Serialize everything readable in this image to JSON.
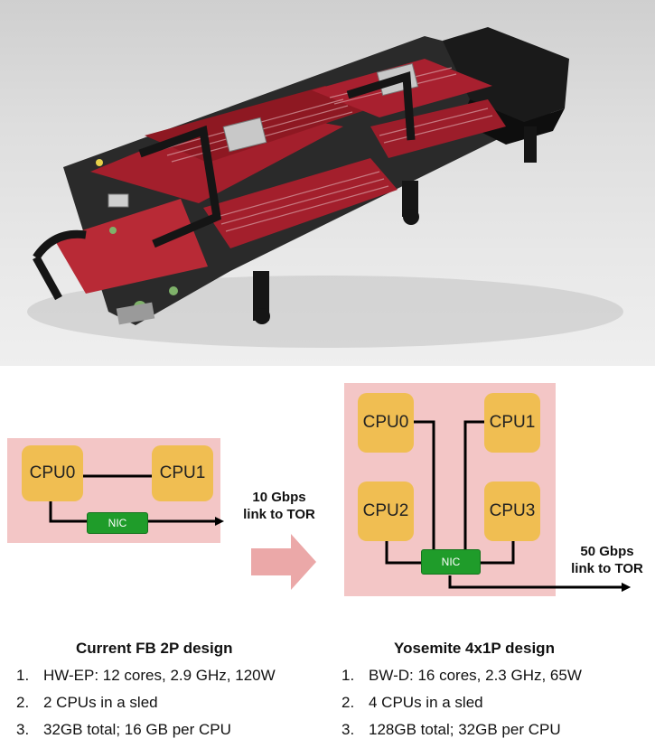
{
  "photo": {
    "subject": "server-sled-photo"
  },
  "left_design": {
    "cpus": [
      "CPU0",
      "CPU1"
    ],
    "nic_label": "NIC",
    "link_label_line1": "10 Gbps",
    "link_label_line2": "link to TOR"
  },
  "right_design": {
    "cpus": [
      "CPU0",
      "CPU1",
      "CPU2",
      "CPU3"
    ],
    "nic_label": "NIC",
    "link_label_line1": "50 Gbps",
    "link_label_line2": "link to TOR"
  },
  "left_list": {
    "title": "Current FB 2P design",
    "items": [
      {
        "num": "1.",
        "text": "HW-EP: 12 cores, 2.9 GHz, 120W"
      },
      {
        "num": "2.",
        "text": "2 CPUs in a sled"
      },
      {
        "num": "3.",
        "text": "32GB total; 16 GB per CPU"
      }
    ]
  },
  "right_list": {
    "title": "Yosemite 4x1P design",
    "items": [
      {
        "num": "1.",
        "text": "BW-D: 16 cores, 2.3 GHz, 65W"
      },
      {
        "num": "2.",
        "text": "4 CPUs in a sled"
      },
      {
        "num": "3.",
        "text": "128GB total; 32GB per CPU"
      }
    ]
  },
  "colors": {
    "pink_background": "#f3c6c6",
    "cpu_fill": "#f0be52",
    "nic_fill": "#1f9c2a",
    "arrow_fill": "#eba8a8"
  }
}
